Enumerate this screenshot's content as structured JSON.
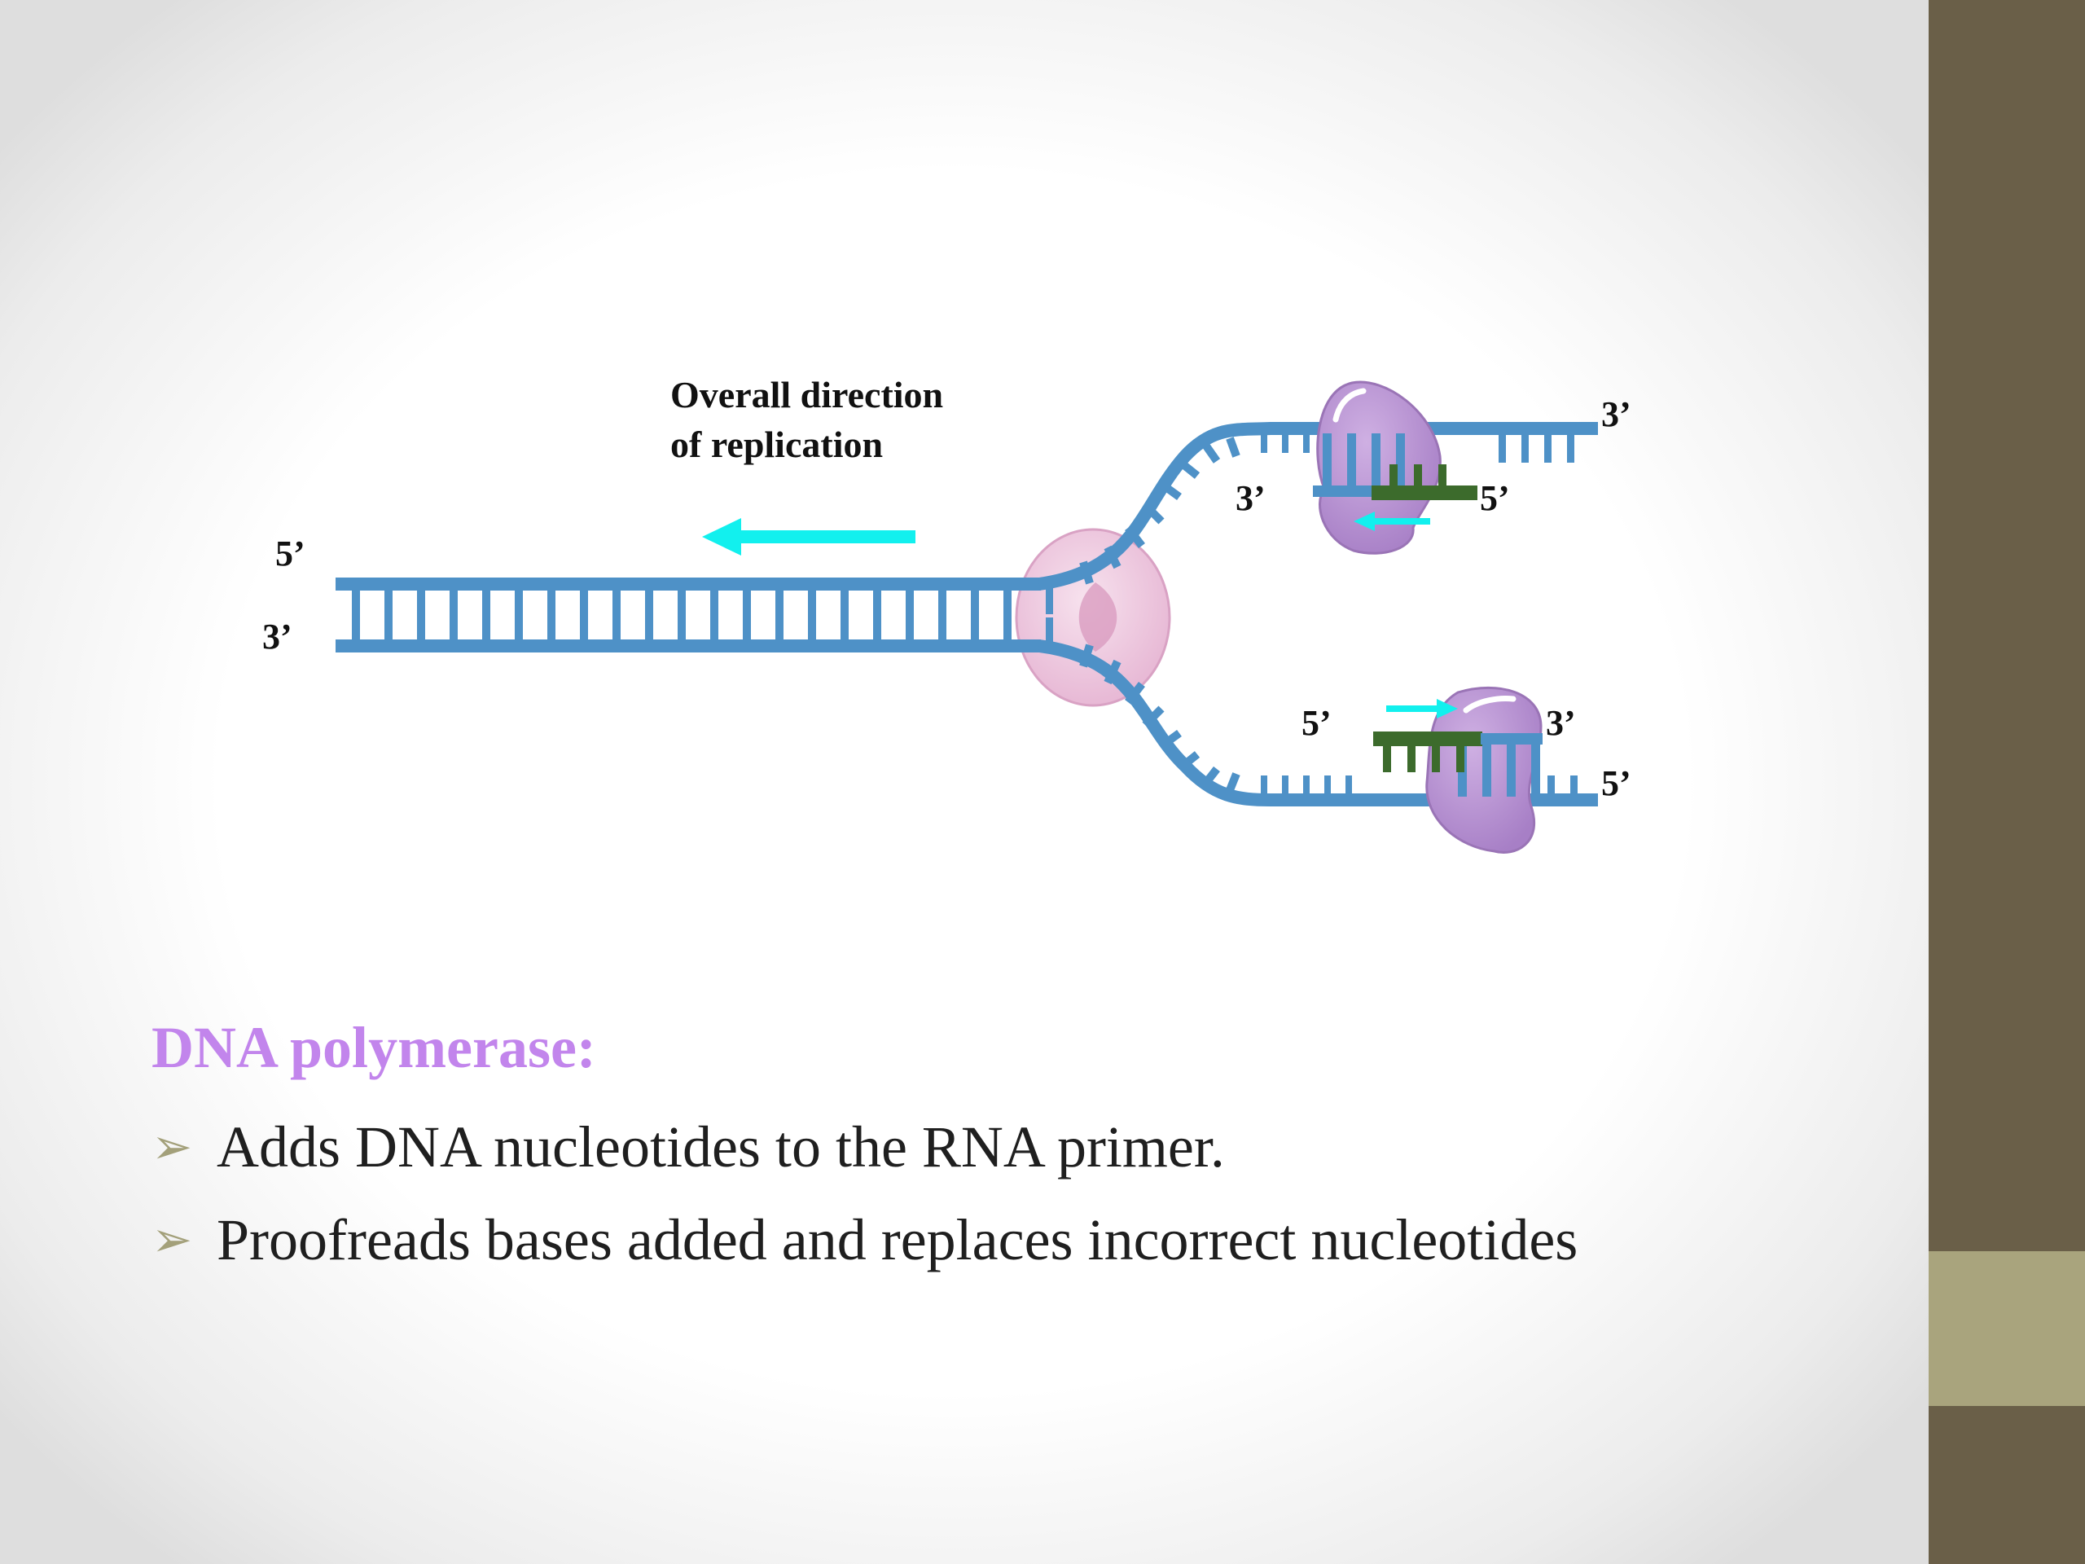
{
  "slide": {
    "colors": {
      "side_bar": "#6a5f48",
      "side_accent": "#a9a47d",
      "heading": "#c285ec",
      "bullet_marker": "#a3a07a",
      "strand": "#4e91c7",
      "primer": "#3c6b2c",
      "arrow": "#12f0ee",
      "polymerase": "#b88fd0",
      "helicase": "#ecc4dc"
    },
    "diagram": {
      "direction_label": [
        "Overall direction",
        "of replication"
      ],
      "labels": {
        "parent_top_end": "5’",
        "parent_bottom_end": "3’",
        "upper_strand_end": "3’",
        "upper_inner": "3’",
        "upper_primer_end": "5’",
        "lower_inner": "5’",
        "lower_primer_end": "3’",
        "lower_strand_end": "5’"
      }
    },
    "heading": "DNA polymerase:",
    "bullets": [
      {
        "marker": "➢",
        "text": "Adds DNA nucleotides to the RNA primer."
      },
      {
        "marker": "➢",
        "text": "Proofreads bases added and replaces incorrect nucleotides"
      }
    ]
  }
}
